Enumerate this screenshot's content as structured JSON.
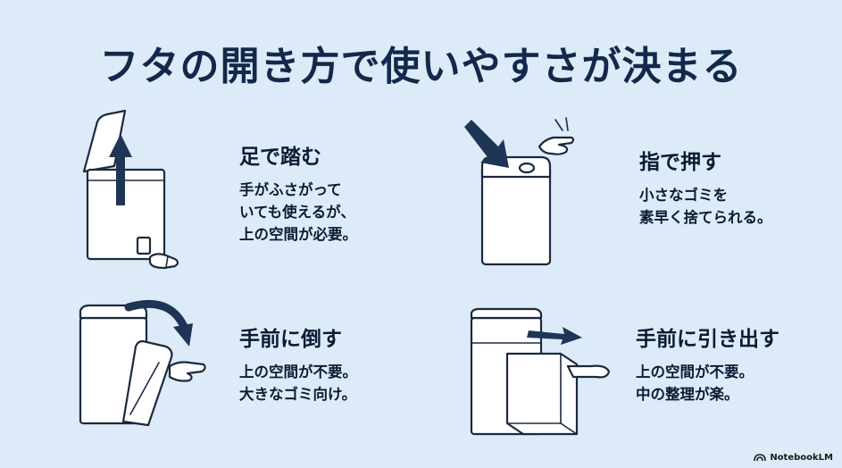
{
  "title": "フタの開き方で使いやすさが決まる",
  "cards": [
    {
      "heading": "足で踏む",
      "lines": [
        "手がふさがって",
        "いても使えるが、",
        "上の空間が必要。"
      ],
      "icon": "pedal-bin-icon"
    },
    {
      "heading": "指で押す",
      "lines": [
        "小さなゴミを",
        "素早く捨てられる。"
      ],
      "icon": "push-button-bin-icon"
    },
    {
      "heading": "手前に倒す",
      "lines": [
        "上の空間が不要。",
        "大きなゴミ向け。"
      ],
      "icon": "tilt-out-bin-icon"
    },
    {
      "heading": "手前に引き出す",
      "lines": [
        "上の空間が不要。",
        "中の整理が楽。"
      ],
      "icon": "pull-out-drawer-bin-icon"
    }
  ],
  "badge": {
    "label": "NotebookLM",
    "icon": "notebooklm-logo-icon"
  },
  "colors": {
    "background": "#dcebf7",
    "text": "#0c1b33",
    "accent": "#1f3556"
  }
}
